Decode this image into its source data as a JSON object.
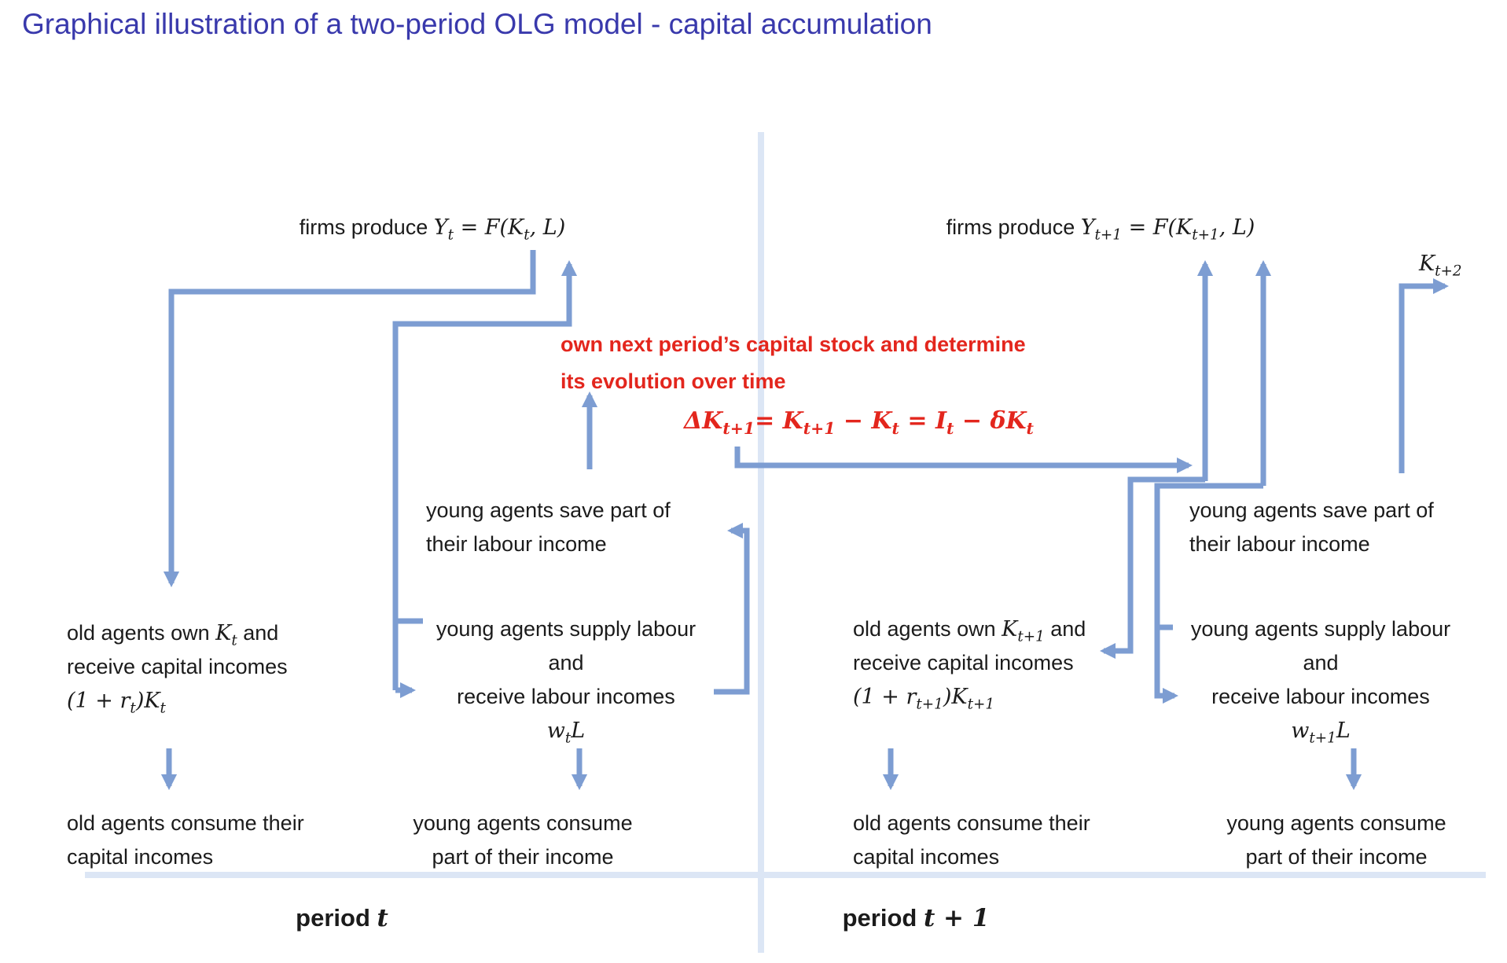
{
  "title": "Graphical illustration of a two-period OLG model - capital accumulation",
  "colors": {
    "title_blue": "#3939AC",
    "text_black": "#1b1b1b",
    "note_red": "#E3261D",
    "arrow_blue": "#7D9DD2",
    "guide_blue": "#DCE6F5"
  },
  "capital_note": {
    "line1": "own next period’s capital stock and determine",
    "line2": "its  evolution over time",
    "formula": "`ΔK_{t+1}= K_{t+1} − K_{t} = I_{t} − δK_{t}`"
  },
  "period_t": {
    "firms_produce": "firms produce `Y_{t} = F(K_{t}, L)`",
    "old_agents_own": [
      "old agents own `K_{t}` and",
      "receive capital incomes",
      "`(1 + r_{t})K_{t}`"
    ],
    "old_agents_consume": [
      "old agents consume their",
      "capital incomes"
    ],
    "young_save": [
      "young agents save part of",
      "their labour income"
    ],
    "young_supply": [
      "young agents supply labour",
      "and",
      "receive labour incomes",
      "`w_{t}L`"
    ],
    "young_consume": [
      "young agents consume",
      "part of their income"
    ],
    "axis_label": "period `t`"
  },
  "period_t1": {
    "firms_produce": "firms produce `Y_{t+1} = F(K_{t+1}, L)`",
    "next_capital": "`K_{t+2}`",
    "old_agents_own": [
      "old agents own `K_{t+1}` and",
      "receive capital incomes",
      "`(1 + r_{t+1})K_{t+1}`"
    ],
    "old_agents_consume": [
      "old agents consume their",
      "capital incomes"
    ],
    "young_save": [
      "young agents save part of",
      "their labour income"
    ],
    "young_supply": [
      "young agents supply labour",
      "and",
      "receive labour incomes",
      "`w_{t+1}L`"
    ],
    "young_consume": [
      "young agents consume",
      "part of their income"
    ],
    "axis_label": "period `t + 1`"
  }
}
